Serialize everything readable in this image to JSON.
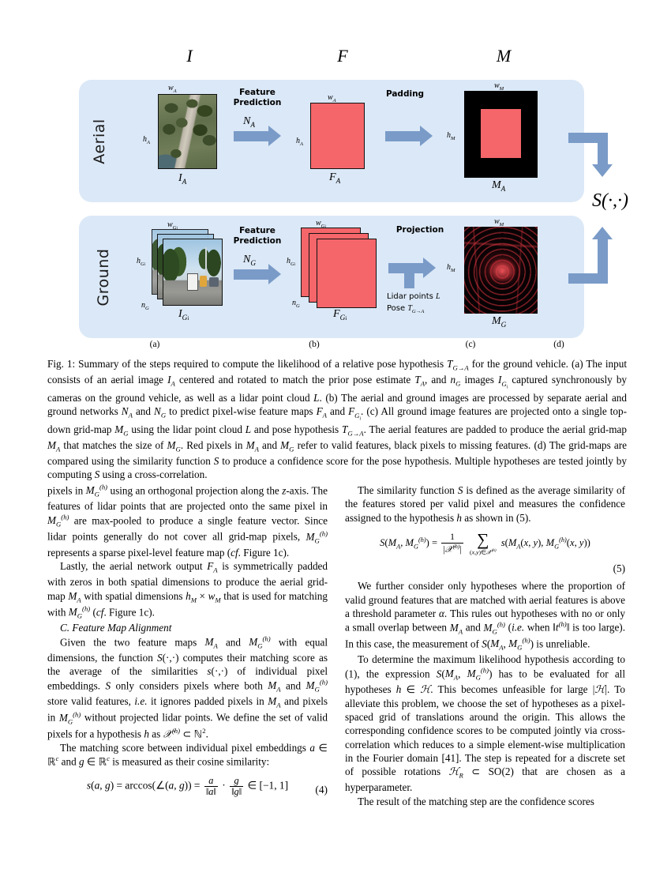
{
  "figure": {
    "column_headers": [
      "I",
      "F",
      "M"
    ],
    "rows": [
      {
        "label": "Aerial",
        "stage_a": {
          "width_label": "w_A",
          "height_label": "h_A",
          "caption": "I_A",
          "image": "aerial-satellite-photo"
        },
        "op1": {
          "title": "Feature\nPrediction",
          "arrow_label": "N_A"
        },
        "stage_b": {
          "width_label": "w_A",
          "height_label": "h_A",
          "caption": "F_A",
          "color": "#f4666a"
        },
        "op2": {
          "title": "Padding",
          "arrow_label": ""
        },
        "stage_c": {
          "width_label": "w_M",
          "height_label": "h_M",
          "caption": "M_A",
          "background": "#000000",
          "inner_color": "#f4666a"
        }
      },
      {
        "label": "Ground",
        "stage_a": {
          "width_label": "w_Gi",
          "height_label": "h_Gi",
          "depth_label": "n_G",
          "caption": "I_Gi",
          "image": "street-view-photo-stack"
        },
        "op1": {
          "title": "Feature\nPrediction",
          "arrow_label": "N_G"
        },
        "stage_b": {
          "width_label": "w_Gi",
          "height_label": "h_Gi",
          "depth_label": "n_G",
          "caption": "F_Gi",
          "color": "#f4666a"
        },
        "op2": {
          "title": "Projection",
          "input_line1": "Lidar points L",
          "input_line2": "Pose T_{G→A}"
        },
        "stage_c": {
          "width_label": "w_M",
          "height_label": "h_M",
          "caption": "M_G",
          "background": "#000000",
          "point_color": "#e6383f"
        }
      }
    ],
    "similarity_symbol": "S(·,·)",
    "subcaptions": [
      "(a)",
      "(b)",
      "(c)",
      "(d)"
    ],
    "panel_color": "#dbe8f7",
    "arrow_color": "#7a9bc8"
  },
  "caption": {
    "label": "Fig. 1:",
    "text": "Summary of the steps required to compute the likelihood of a relative pose hypothesis T_{G→A} for the ground vehicle. (a) The input consists of an aerial image I_A centered and rotated to match the prior pose estimate T_A, and n_G images I_{G_i} captured synchronously by cameras on the ground vehicle, as well as a lidar point cloud L. (b) The aerial and ground images are processed by separate aerial and ground networks N_A and N_G to predict pixel-wise feature maps F_A and F_{G_i}. (c) All ground image features are projected onto a single top-down grid-map M_G using the lidar point cloud L and pose hypothesis T_{G→A}. The aerial features are padded to produce the aerial grid-map M_A that matches the size of M_G. Red pixels in M_A and M_G refer to valid features, black pixels to missing features. (d) The grid-maps are compared using the similarity function S to produce a confidence score for the pose hypothesis. Multiple hypotheses are tested jointly by computing S using a cross-correlation."
  },
  "left_column": {
    "paragraph_1": "pixels in M_G^(h) using an orthogonal projection along the z-axis. The features of lidar points that are projected onto the same pixel in M_G^(h) are max-pooled to produce a single feature vector. Since lidar points generally do not cover all grid-map pixels, M_G^(h) represents a sparse pixel-level feature map (cf. Figure 1c).",
    "paragraph_2": "Lastly, the aerial network output F_A is symmetrically padded with zeros in both spatial dimensions to produce the aerial grid-map M_A with spatial dimensions h_M × w_M that is used for matching with M_G^(h) (cf. Figure 1c).",
    "section_heading": "C. Feature Map Alignment",
    "paragraph_3": "Given the two feature maps M_A and M_G^(h) with equal dimensions, the function S(·,·) computes their matching score as the average of the similarities s(·,·) of individual pixel embeddings. S only considers pixels where both M_A and M_G^(h) store valid features, i.e. it ignores padded pixels in M_A and pixels in M_G^(h) without projected lidar points. We define the set of valid pixels for a hypothesis h as X^(h) ⊂ N².",
    "paragraph_4": "The matching score between individual pixel embeddings a ∈ R^c and g ∈ R^c is measured as their cosine similarity:",
    "equation_4": {
      "lhs": "s(a, g) = arccos(∠(a, g)) =",
      "frac1_num": "a",
      "frac1_den": "‖a‖",
      "dot": "·",
      "frac2_num": "g",
      "frac2_den": "‖g‖",
      "range": "∈ [−1, 1]",
      "number": "(4)"
    }
  },
  "right_column": {
    "paragraph_1": "The similarity function S is defined as the average similarity of the features stored per valid pixel and measures the confidence assigned to the hypothesis h as shown in (5).",
    "equation_5": {
      "lhs": "S(M_A, M_G^(h)) =",
      "frac_num": "1",
      "frac_den": "|X^(h)|",
      "sum_symbol": "∑",
      "sum_sub": "(x,y)∈X^(h)",
      "rhs": "s(M_A(x, y), M_G^(h)(x, y))",
      "number": "(5)"
    },
    "paragraph_2": "We further consider only hypotheses where the proportion of valid ground features that are matched with aerial features is above a threshold parameter α. This rules out hypotheses with no or only a small overlap between M_A and M_G^(h) (i.e. when ‖t^(h)‖ is too large). In this case, the measurement of S(M_A, M_G^(h)) is unreliable.",
    "paragraph_3": "To determine the maximum likelihood hypothesis according to (1), the expression S(M_A, M_G^(h)) has to be evaluated for all hypotheses h ∈ H. This becomes unfeasible for large |H|. To alleviate this problem, we choose the set of hypotheses as a pixel-spaced grid of translations around the origin. This allows the corresponding confidence scores to be computed jointly via cross-correlation which reduces to a simple element-wise multiplication in the Fourier domain [41]. The step is repeated for a discrete set of possible rotations H_R ⊂ SO(2) that are chosen as a hyperparameter.",
    "paragraph_4": "The result of the matching step are the confidence scores"
  }
}
